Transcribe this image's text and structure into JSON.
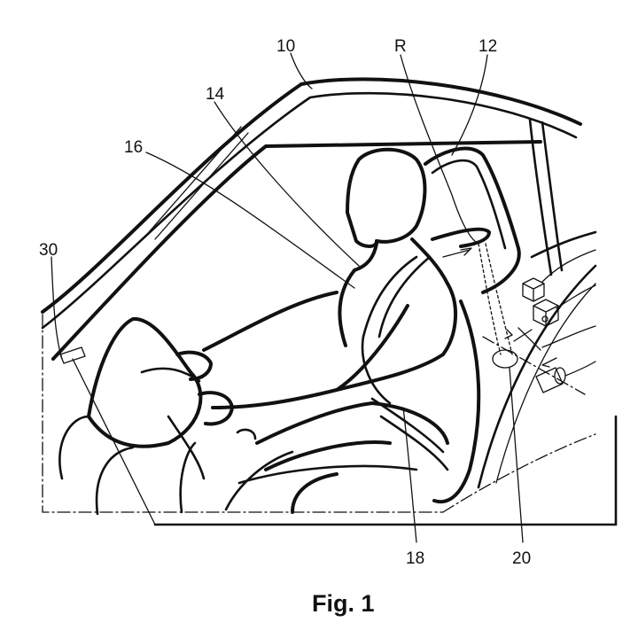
{
  "figure": {
    "caption": "Fig. 1",
    "reference_labels": {
      "vehicle": "10",
      "seat": "12",
      "belt_top": "14",
      "belt_lower": "16",
      "belt_lap": "18",
      "retractor": "20",
      "sensor": "30",
      "rotation": "R"
    }
  }
}
